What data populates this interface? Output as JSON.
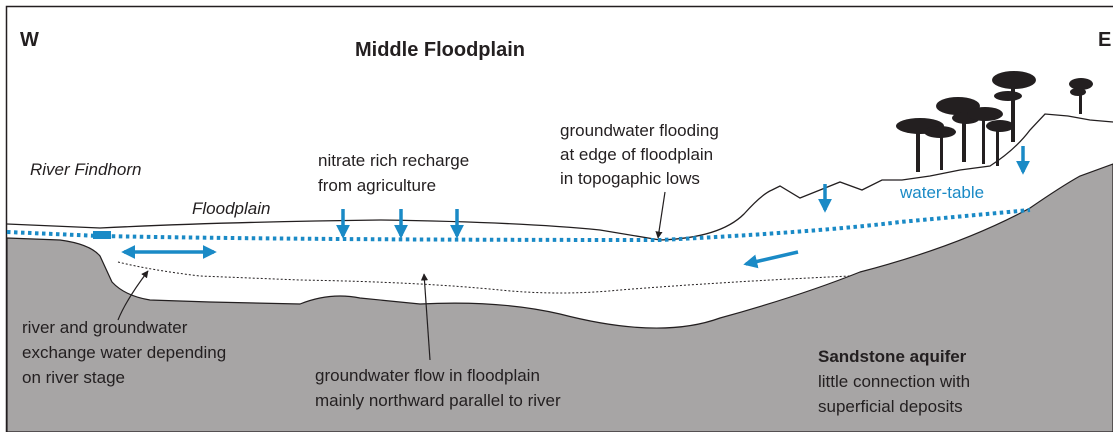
{
  "compass": {
    "west": "W",
    "east": "E"
  },
  "title": "Middle Floodplain",
  "labels": {
    "river": "River Findhorn",
    "floodplain": "Floodplain",
    "recharge": [
      "nitrate rich recharge",
      "from agriculture"
    ],
    "flooding": [
      "groundwater flooding",
      "at edge of floodplain",
      "in topogaphic lows"
    ],
    "water_table": "water-table",
    "exchange": [
      "river and groundwater",
      "exchange water depending",
      "on river stage"
    ],
    "flow": [
      "groundwater flow in floodplain",
      "mainly northward parallel to river"
    ],
    "aquifer_title": "Sandstone aquifer",
    "aquifer_desc": [
      "little connection with",
      "superficial deposits"
    ]
  },
  "colors": {
    "water": "#1a8ac6",
    "bedrock": "#a7a5a5",
    "ink": "#231f20",
    "background": "#ffffff"
  }
}
